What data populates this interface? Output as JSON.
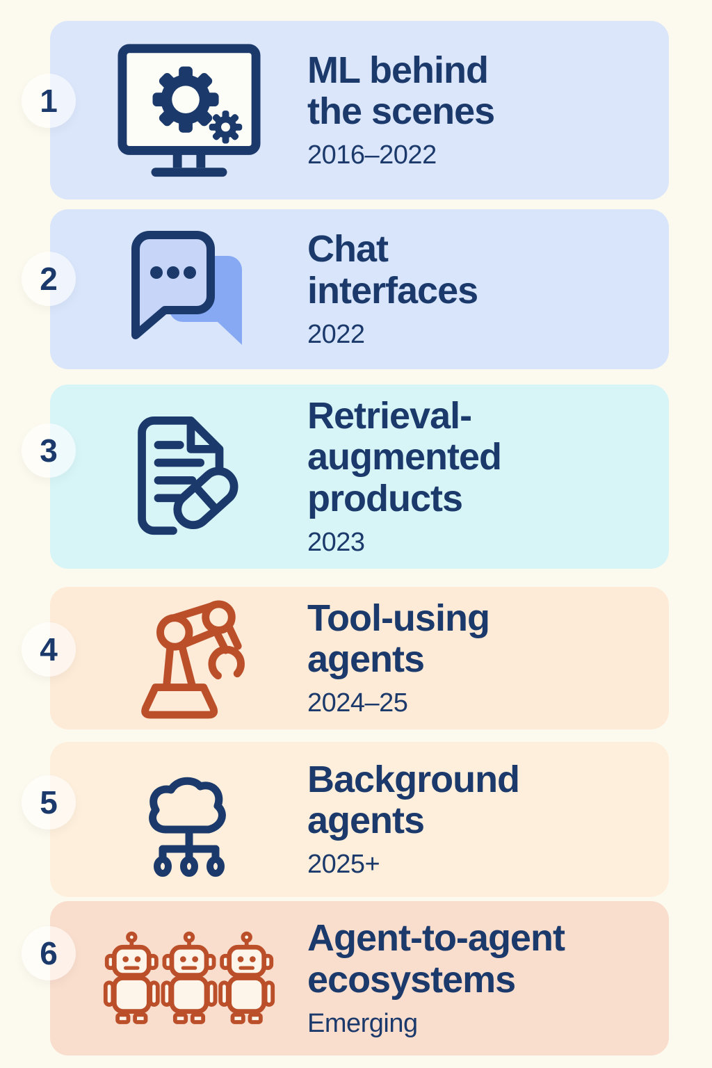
{
  "page": {
    "colors": {
      "page-bg": "#fcfaef",
      "navy": "#1b3a6b",
      "rust": "#bb4f2a",
      "screen-fill": "#fdfdf8",
      "bubble-front": "#c6d5f8",
      "bubble-back": "#87a9f3",
      "robot-fill": "#fdf4ea"
    }
  },
  "cards": [
    {
      "number": "1",
      "title": "ML behind\nthe scenes",
      "date": "2016–2022",
      "icon": "monitor-gears-icon",
      "bg": "#dbe6fa"
    },
    {
      "number": "2",
      "title": "Chat\ninterfaces",
      "date": "2022",
      "icon": "chat-bubbles-icon",
      "bg": "#d8e5fa"
    },
    {
      "number": "3",
      "title": "Retrieval-\naugmented\nproducts",
      "date": "2023",
      "icon": "document-pill-icon",
      "bg": "#d7f4f7"
    },
    {
      "number": "4",
      "title": "Tool-using\nagents",
      "date": "2024–25",
      "icon": "robot-arm-icon",
      "bg": "#fdead7"
    },
    {
      "number": "5",
      "title": "Background\nagents",
      "date": "2025+",
      "icon": "cloud-network-icon",
      "bg": "#feefdc"
    },
    {
      "number": "6",
      "title": "Agent-to-agent\necosystems",
      "date": "Emerging",
      "icon": "robots-group-icon",
      "bg": "#f9ddcd"
    }
  ]
}
